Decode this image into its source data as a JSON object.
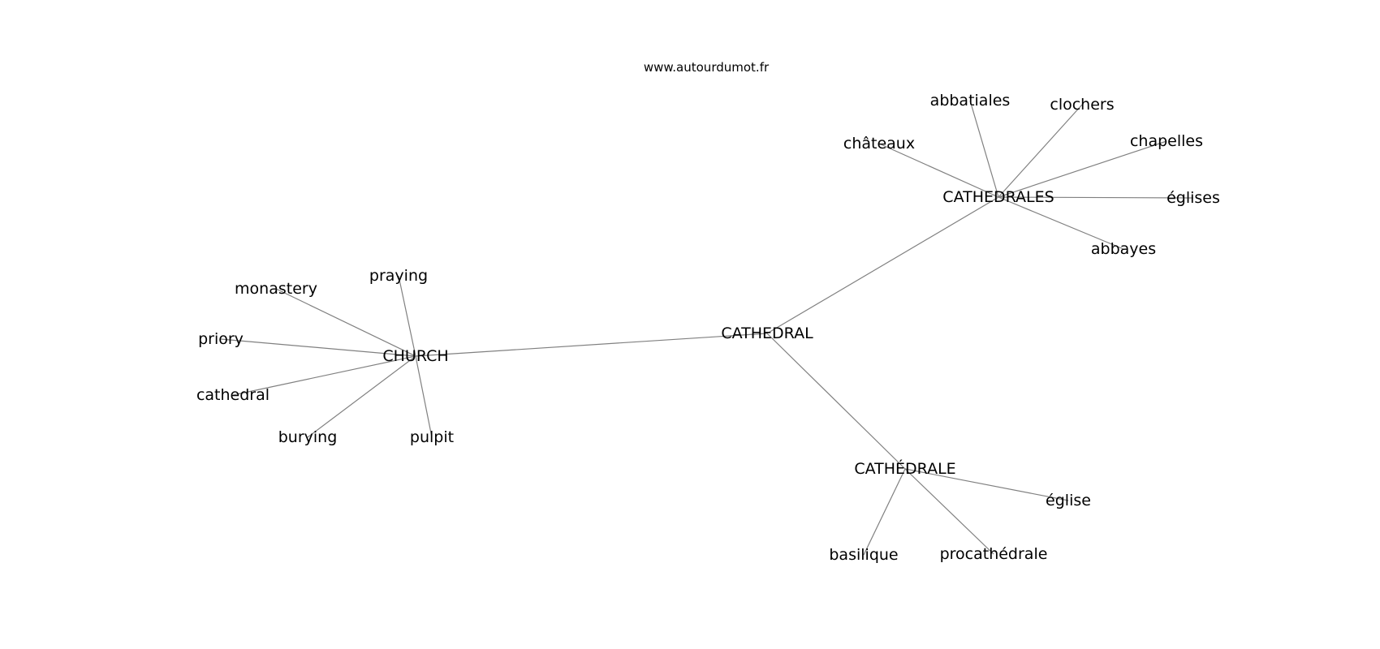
{
  "source": "www.autourdumot.fr",
  "nodes": [
    {
      "id": "cathedral_center",
      "label": "CATHEDRAL"
    },
    {
      "id": "church",
      "label": "CHURCH"
    },
    {
      "id": "cathedrales",
      "label": "CATHEDRALES"
    },
    {
      "id": "cathedrale_fr",
      "label": "CATHÉDRALE"
    },
    {
      "id": "praying",
      "label": "praying"
    },
    {
      "id": "monastery",
      "label": "monastery"
    },
    {
      "id": "priory",
      "label": "priory"
    },
    {
      "id": "cathedral",
      "label": "cathedral"
    },
    {
      "id": "burying",
      "label": "burying"
    },
    {
      "id": "pulpit",
      "label": "pulpit"
    },
    {
      "id": "abbatiales",
      "label": "abbatiales"
    },
    {
      "id": "clochers",
      "label": "clochers"
    },
    {
      "id": "chateaux",
      "label": "châteaux"
    },
    {
      "id": "chapelles",
      "label": "chapelles"
    },
    {
      "id": "eglises",
      "label": "églises"
    },
    {
      "id": "abbayes",
      "label": "abbayes"
    },
    {
      "id": "eglise",
      "label": "église"
    },
    {
      "id": "basilique",
      "label": "basilique"
    },
    {
      "id": "procathedrale",
      "label": "procathédrale"
    }
  ],
  "edges": [
    [
      "cathedral_center",
      "church"
    ],
    [
      "cathedral_center",
      "cathedrales"
    ],
    [
      "cathedral_center",
      "cathedrale_fr"
    ],
    [
      "church",
      "praying"
    ],
    [
      "church",
      "monastery"
    ],
    [
      "church",
      "priory"
    ],
    [
      "church",
      "cathedral"
    ],
    [
      "church",
      "burying"
    ],
    [
      "church",
      "pulpit"
    ],
    [
      "cathedrales",
      "abbatiales"
    ],
    [
      "cathedrales",
      "clochers"
    ],
    [
      "cathedrales",
      "chateaux"
    ],
    [
      "cathedrales",
      "chapelles"
    ],
    [
      "cathedrales",
      "eglises"
    ],
    [
      "cathedrales",
      "abbayes"
    ],
    [
      "cathedrale_fr",
      "eglise"
    ],
    [
      "cathedrale_fr",
      "basilique"
    ],
    [
      "cathedrale_fr",
      "procathedrale"
    ]
  ]
}
